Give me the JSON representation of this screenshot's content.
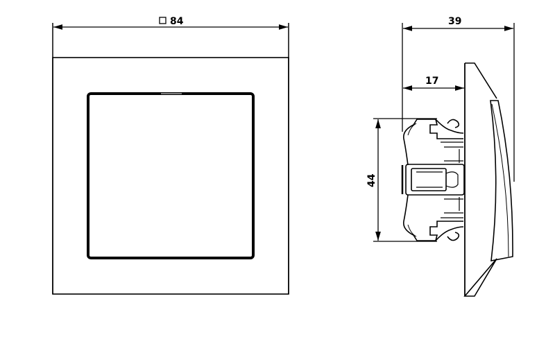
{
  "front_view": {
    "width_label": "84",
    "width_symbol": "square"
  },
  "side_view": {
    "depth_total_label": "39",
    "depth_mount_label": "17",
    "height_mechanism_label": "44"
  },
  "colors": {
    "line": "#000000",
    "background": "#ffffff"
  }
}
